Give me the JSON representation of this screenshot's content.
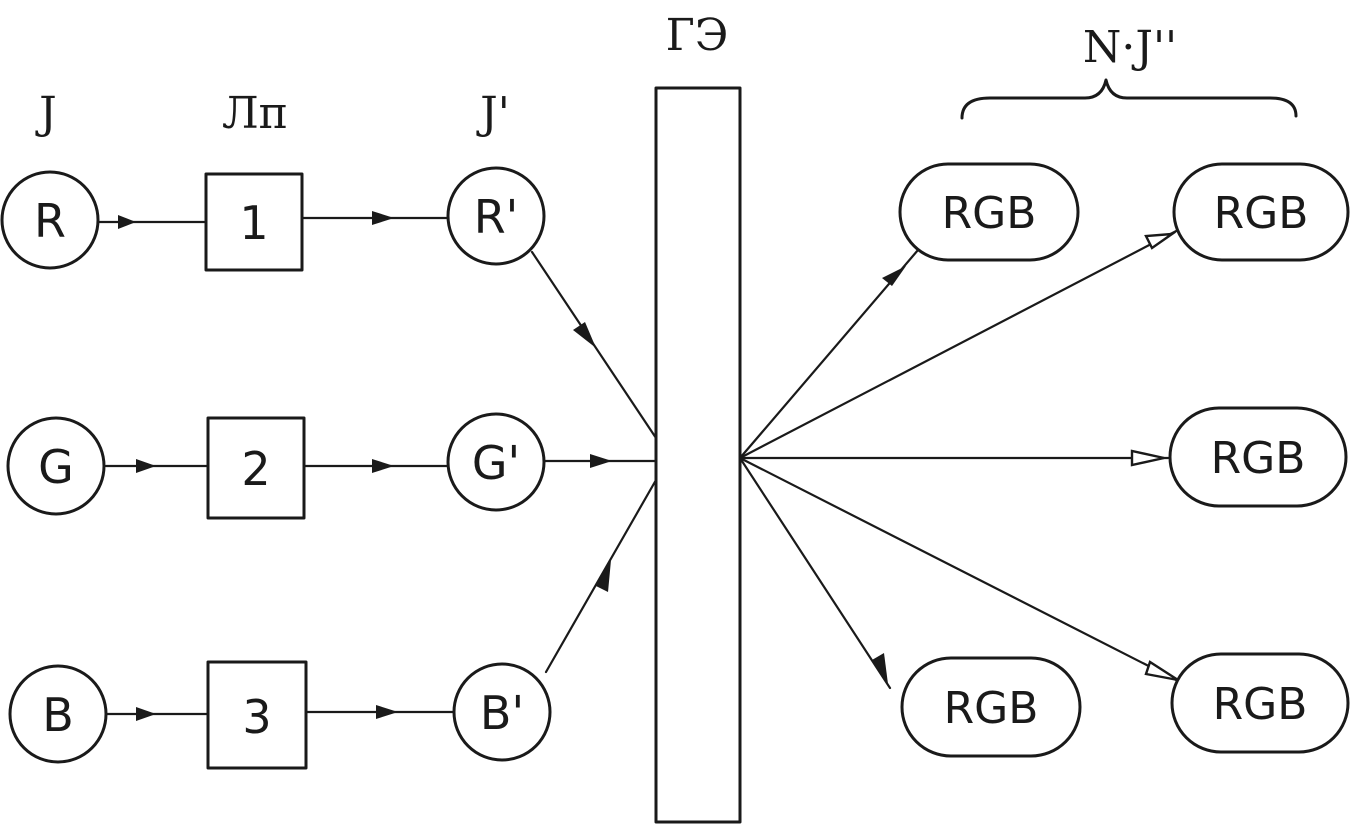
{
  "header_labels": {
    "input_column": "J",
    "filter_column": "Лп",
    "filtered_column": "J'",
    "element_label": "ГЭ",
    "output_group": "N·J''"
  },
  "inputs": [
    {
      "label": "R"
    },
    {
      "label": "G"
    },
    {
      "label": "B"
    }
  ],
  "filters": [
    {
      "label": "1"
    },
    {
      "label": "2"
    },
    {
      "label": "3"
    }
  ],
  "filtered": [
    {
      "label": "R'"
    },
    {
      "label": "G'"
    },
    {
      "label": "B'"
    }
  ],
  "outputs": [
    {
      "label": "RGB"
    },
    {
      "label": "RGB"
    },
    {
      "label": "RGB"
    },
    {
      "label": "RGB"
    },
    {
      "label": "RGB"
    }
  ],
  "colors": {
    "ink": "#1a1a1a",
    "background": "#ffffff"
  }
}
